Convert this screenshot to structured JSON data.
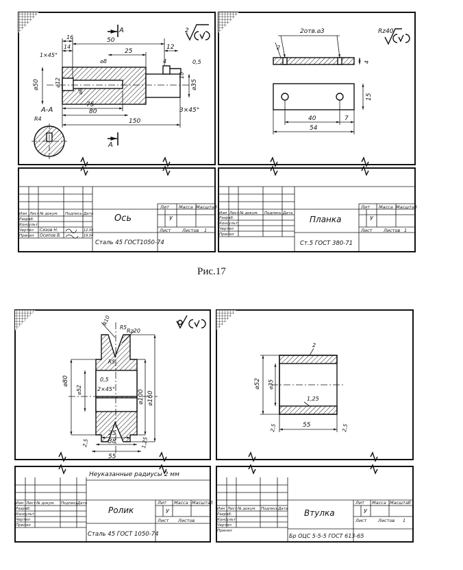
{
  "caption": "Рис.17",
  "sheets": [
    {
      "part_name": "Ось",
      "material": "Сталь 45 ГОСТ1050-74",
      "roughness": "2",
      "dims": {
        "d50": "⌀50",
        "d12": "⌀12",
        "d8a": "⌀8",
        "d8b": "⌀8",
        "d35": "⌀35",
        "l16": "16",
        "l14": "14",
        "l50": "50",
        "l25": "25",
        "l12": "12",
        "l4": "4",
        "l10": "10",
        "r05": "0,5",
        "ch1": "1×45°",
        "ch3": "3×45°",
        "l75": "75",
        "l80": "80",
        "l150": "150",
        "r4": "R4",
        "sec": "А-А",
        "cutA1": "А",
        "cutA2": "А"
      },
      "rows": [
        {
          "izm": "Изм",
          "list": "Лист",
          "doc": "№ докум.",
          "sign": "Подпись",
          "date": "Дата"
        },
        {
          "izm": "Разраб."
        },
        {
          "izm": "Консульт"
        },
        {
          "izm": "Чертил",
          "doc": "Сизов Н.",
          "date": "12.04"
        },
        {
          "izm": "Принял",
          "doc": "Осипов В.",
          "date": "19.04"
        }
      ],
      "lit": "Лит",
      "mass": "Масса",
      "scale": "Масштаб",
      "lit_val": "У",
      "sheet": "Лист",
      "sheets": "Листов",
      "sheets_val": "1"
    },
    {
      "part_name": "Планка",
      "material": "Ст.5 ГОСТ 380-71",
      "roughness": "Rz40",
      "dims": {
        "holes": "2отв.⌀3",
        "l2": "2",
        "l4": "4",
        "l15": "15",
        "l40": "40",
        "l7": "7",
        "l54": "54"
      },
      "rows": [
        {
          "izm": "Изм",
          "list": "Лист",
          "doc": "№ докум.",
          "sign": "Подпись",
          "date": "Дата"
        },
        {
          "izm": "Разраб."
        },
        {
          "izm": "Консульт"
        },
        {
          "izm": "Чертил"
        },
        {
          "izm": "Принял"
        }
      ],
      "lit": "Лит",
      "mass": "Масса",
      "scale": "Масштаб",
      "lit_val": "У",
      "sheet": "Лист",
      "sheets": "Листов",
      "sheets_val": "1"
    },
    {
      "part_name": "Ролик",
      "material": "Сталь 45 ГОСТ 1050-74",
      "note": "Неуказанные радиусы 2 мм",
      "roughness": "Rz20",
      "dims": {
        "r10": "R10",
        "r5": "R5",
        "r5b": "R5",
        "d80": "⌀80",
        "d52": "⌀52",
        "r05": "0,5",
        "ch2": "2×45°",
        "d100": "⌀100",
        "d160": "⌀160",
        "l25": "25",
        "l38": "38",
        "l55": "55",
        "r25": "2,5",
        "r125": "1,25"
      },
      "rows": [
        {
          "izm": "Изм",
          "list": "Лист",
          "doc": "№ докум.",
          "sign": "Подпись",
          "date": "Дата"
        },
        {
          "izm": "Разраб."
        },
        {
          "izm": "Консульт"
        },
        {
          "izm": "Чертил"
        },
        {
          "izm": "Принял"
        }
      ],
      "lit": "Лит",
      "mass": "Масса",
      "scale": "Масштаб",
      "lit_val": "У",
      "sheet": "Лист",
      "sheets": "Листов",
      "sheets_val": ""
    },
    {
      "part_name": "Втулка",
      "material": "Бр ОЦС 5-5-5 ГОСТ 613-65",
      "dims": {
        "l2": "2",
        "d52": "⌀52",
        "d35": "⌀35",
        "r125": "1,25",
        "l55": "55",
        "r25a": "2,5",
        "r25b": "2,5"
      },
      "rows": [
        {
          "izm": "Изм",
          "list": "Лист",
          "doc": "№ докум.",
          "sign": "Подпись",
          "date": "Дата"
        },
        {
          "izm": "Разраб."
        },
        {
          "izm": "Консульт"
        },
        {
          "izm": "Чертил"
        },
        {
          "izm": "Принял"
        }
      ],
      "lit": "Лит",
      "mass": "Масса",
      "scale": "Масштаб",
      "lit_val": "У",
      "sheet": "Лист",
      "sheets": "Листов",
      "sheets_val": "1"
    }
  ]
}
